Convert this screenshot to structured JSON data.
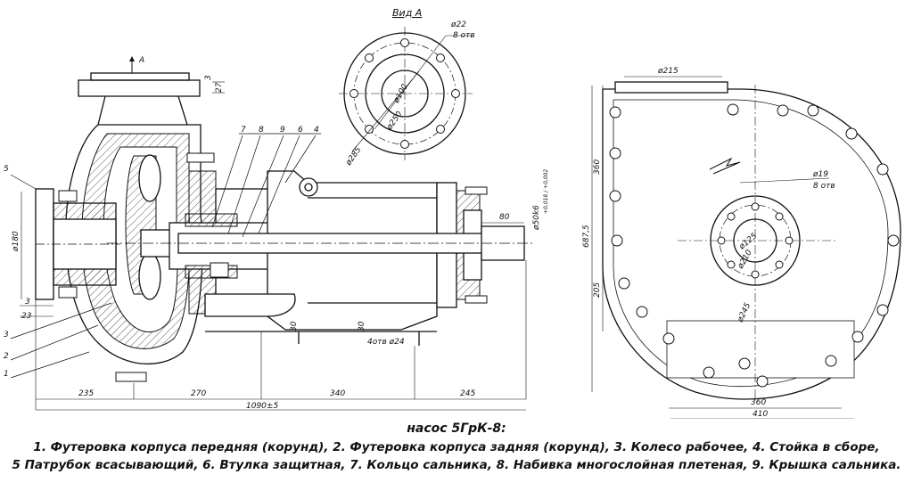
{
  "view_label": "Вид А",
  "section_label": "А",
  "left_view": {
    "part_numbers": [
      "5",
      "3",
      "2",
      "1",
      "7",
      "8",
      "9",
      "6",
      "4"
    ],
    "dims": {
      "d180": "ø180",
      "d3_left": "3",
      "d23": "23",
      "d3_top": "3",
      "d27": "27",
      "d30_a": "30",
      "d30_b": "30",
      "d24": "4отв ø24",
      "d80": "80",
      "shaft": "ø50k6",
      "shaft_tol": "+0,018 / +0,002",
      "d235": "235",
      "d270": "270",
      "d340": "340",
      "d245": "245",
      "d1090": "1090±5"
    }
  },
  "view_a": {
    "d22": "ø22",
    "d22_note": "8 отв",
    "d100": "ø100",
    "d250": "ø250",
    "d285": "ø285"
  },
  "right_view": {
    "d215": "ø215",
    "d360_v": "360",
    "d687": "687,5",
    "d205": "205",
    "d19": "ø19",
    "d19_note": "8 отв",
    "d125": "ø125",
    "d210": "ø210",
    "d245": "ø245",
    "d360_h": "360",
    "d410": "410"
  },
  "caption": {
    "title": "насос 5ГрК-8:",
    "line1": "1. Футеровка корпуса передняя (корунд), 2. Футеровка корпуса задняя (корунд), 3. Колесо рабочее, 4. Стойка в сборе,",
    "line2": "5 Патрубок всасывающий, 6. Втулка защитная, 7. Кольцо сальника, 8. Набивка многослойная плетеная, 9. Крышка сальника."
  }
}
